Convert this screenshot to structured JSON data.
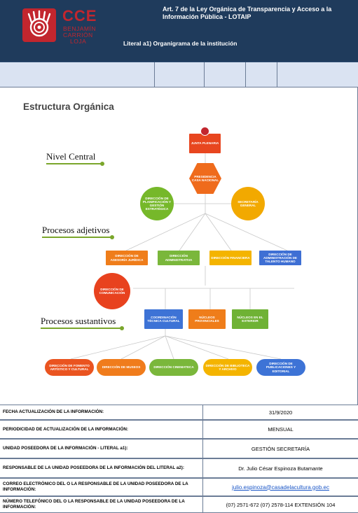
{
  "header": {
    "logo_main": "CCE",
    "logo_sub1": "BENJAMÍN",
    "logo_sub2": "CARRIÓN",
    "logo_sub3": "LOJA",
    "title": "Art. 7 de la Ley Orgánica de Transparencia y Acceso a la Información Pública - LOTAIP",
    "subtitle": "Literal a1) Organigrama de la institución"
  },
  "org": {
    "title": "Estructura Orgánica",
    "levels": {
      "central": "Nivel Central",
      "adjetivos": "Procesos adjetivos",
      "sustantivos": "Procesos sustantivos"
    },
    "nodes": {
      "junta": "JUNTA PLENARIA",
      "presidencia": "PRESIDENCIA CASA NACIONAL",
      "planificacion": "DIRECCIÓN DE PLANIFICACIÓN Y GESTIÓN ESTRATÉGICA",
      "secretaria": "SECRETARÍA GENERAL",
      "asesoria": "DIRECCIÓN DE ASESORÍA JURÍDICA",
      "administrativa": "DIRECCIÓN ADMINISTRATIVA",
      "financiera": "DIRECCIÓN FINANCIERA",
      "talento": "DIRECCIÓN DE ADMINISTRACIÓN DE TALENTO HUMANO",
      "comunicacion": "DIRECCIÓN DE COMUNICACIÓN",
      "coordinacion": "COORDINACIÓN TÉCNICA CULTURAL",
      "nucleos_prov": "NÚCLEOS PROVINCIALES",
      "nucleos_ext": "NÚCLEOS EN EL EXTERIOR",
      "fomento": "DIRECCIÓN DE FOMENTO ARTÍSTICO Y CULTURAL",
      "museos": "DIRECCIÓN DE MUSEOS",
      "cinemateca": "DIRECCIÓN CINEMATECA",
      "biblioteca": "DIRECCIÓN DE BIBLIOTECA Y ARCHIVO",
      "publicaciones": "DIRECCIÓN DE PUBLICACIONES Y EDITORIAL"
    }
  },
  "footer": [
    {
      "label": "FECHA ACTUALIZACIÓN DE LA INFORMACIÓN:",
      "value": "31/9/2020"
    },
    {
      "label": "PERIODICIDAD DE ACTUALIZACIÓN DE LA INFORMACIÓN:",
      "value": "MENSUAL"
    },
    {
      "label": "UNIDAD POSEEDORA DE LA INFORMACIÓN - LITERAL a1):",
      "value": "GESTIÓN SECRETARÍA"
    },
    {
      "label": "RESPONSABLE DE LA UNIDAD POSEEDORA DE LA INFORMACIÓN DEL LITERAL a2):",
      "value": "Dr. Julio César Espinoza Butamante"
    },
    {
      "label": "CORREO ELECTRÓNICO DEL O LA RESPONSABLE DE LA UNIDAD POSEEDORA DE LA INFORMACIÓN:",
      "value": "julio.espinoza@casadelacultura.gob.ec"
    },
    {
      "label": "NÚMERO TELEFÓNICO DEL O LA RESPONSABLE DE LA UNIDAD POSEEDORA DE LA INFORMACIÓN:",
      "value": "(07) 2571-672 (07) 2578-114 EXTENSIÓN 104"
    }
  ]
}
